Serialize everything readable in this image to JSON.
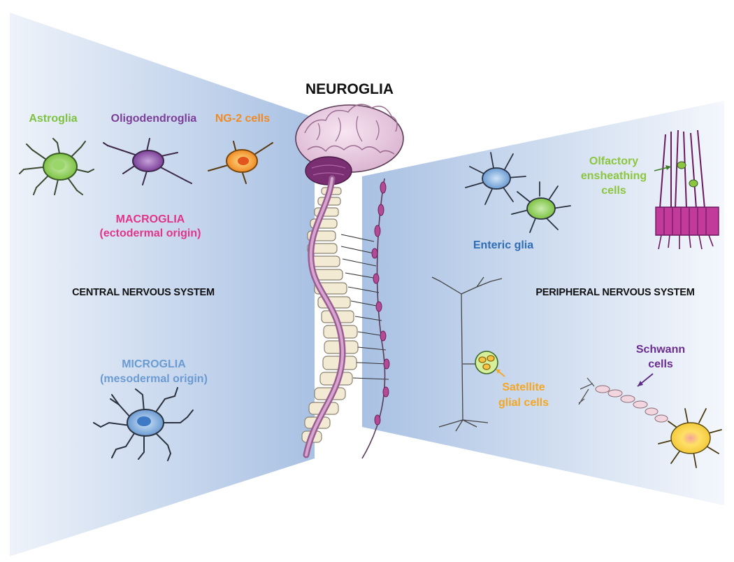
{
  "title": "NEUROGLIA",
  "colors": {
    "astroglia": "#7dc242",
    "oligodendroglia": "#7b3f98",
    "ng2": "#f08a24",
    "macroglia": "#e0358a",
    "microglia": "#6b9bd2",
    "enteric": "#2f6db5",
    "olfactory": "#8cc63f",
    "satellite": "#f5a623",
    "schwann": "#6a2c91",
    "panel": "#b9cde8"
  },
  "cns": {
    "system_label": "CENTRAL NERVOUS SYSTEM",
    "cells": {
      "astroglia": "Astroglia",
      "oligodendroglia": "Oligodendroglia",
      "ng2": "NG-2 cells"
    },
    "macroglia": {
      "name": "MACROGLIA",
      "origin": "(ectodermal origin)"
    },
    "microglia": {
      "name": "MICROGLIA",
      "origin": "(mesodermal origin)"
    }
  },
  "pns": {
    "system_label": "PERIPHERAL NERVOUS SYSTEM",
    "enteric": "Enteric glia",
    "olfactory": [
      "Olfactory",
      "ensheathing",
      "cells"
    ],
    "satellite": [
      "Satellite",
      "glial cells"
    ],
    "schwann": [
      "Schwann",
      "cells"
    ]
  }
}
